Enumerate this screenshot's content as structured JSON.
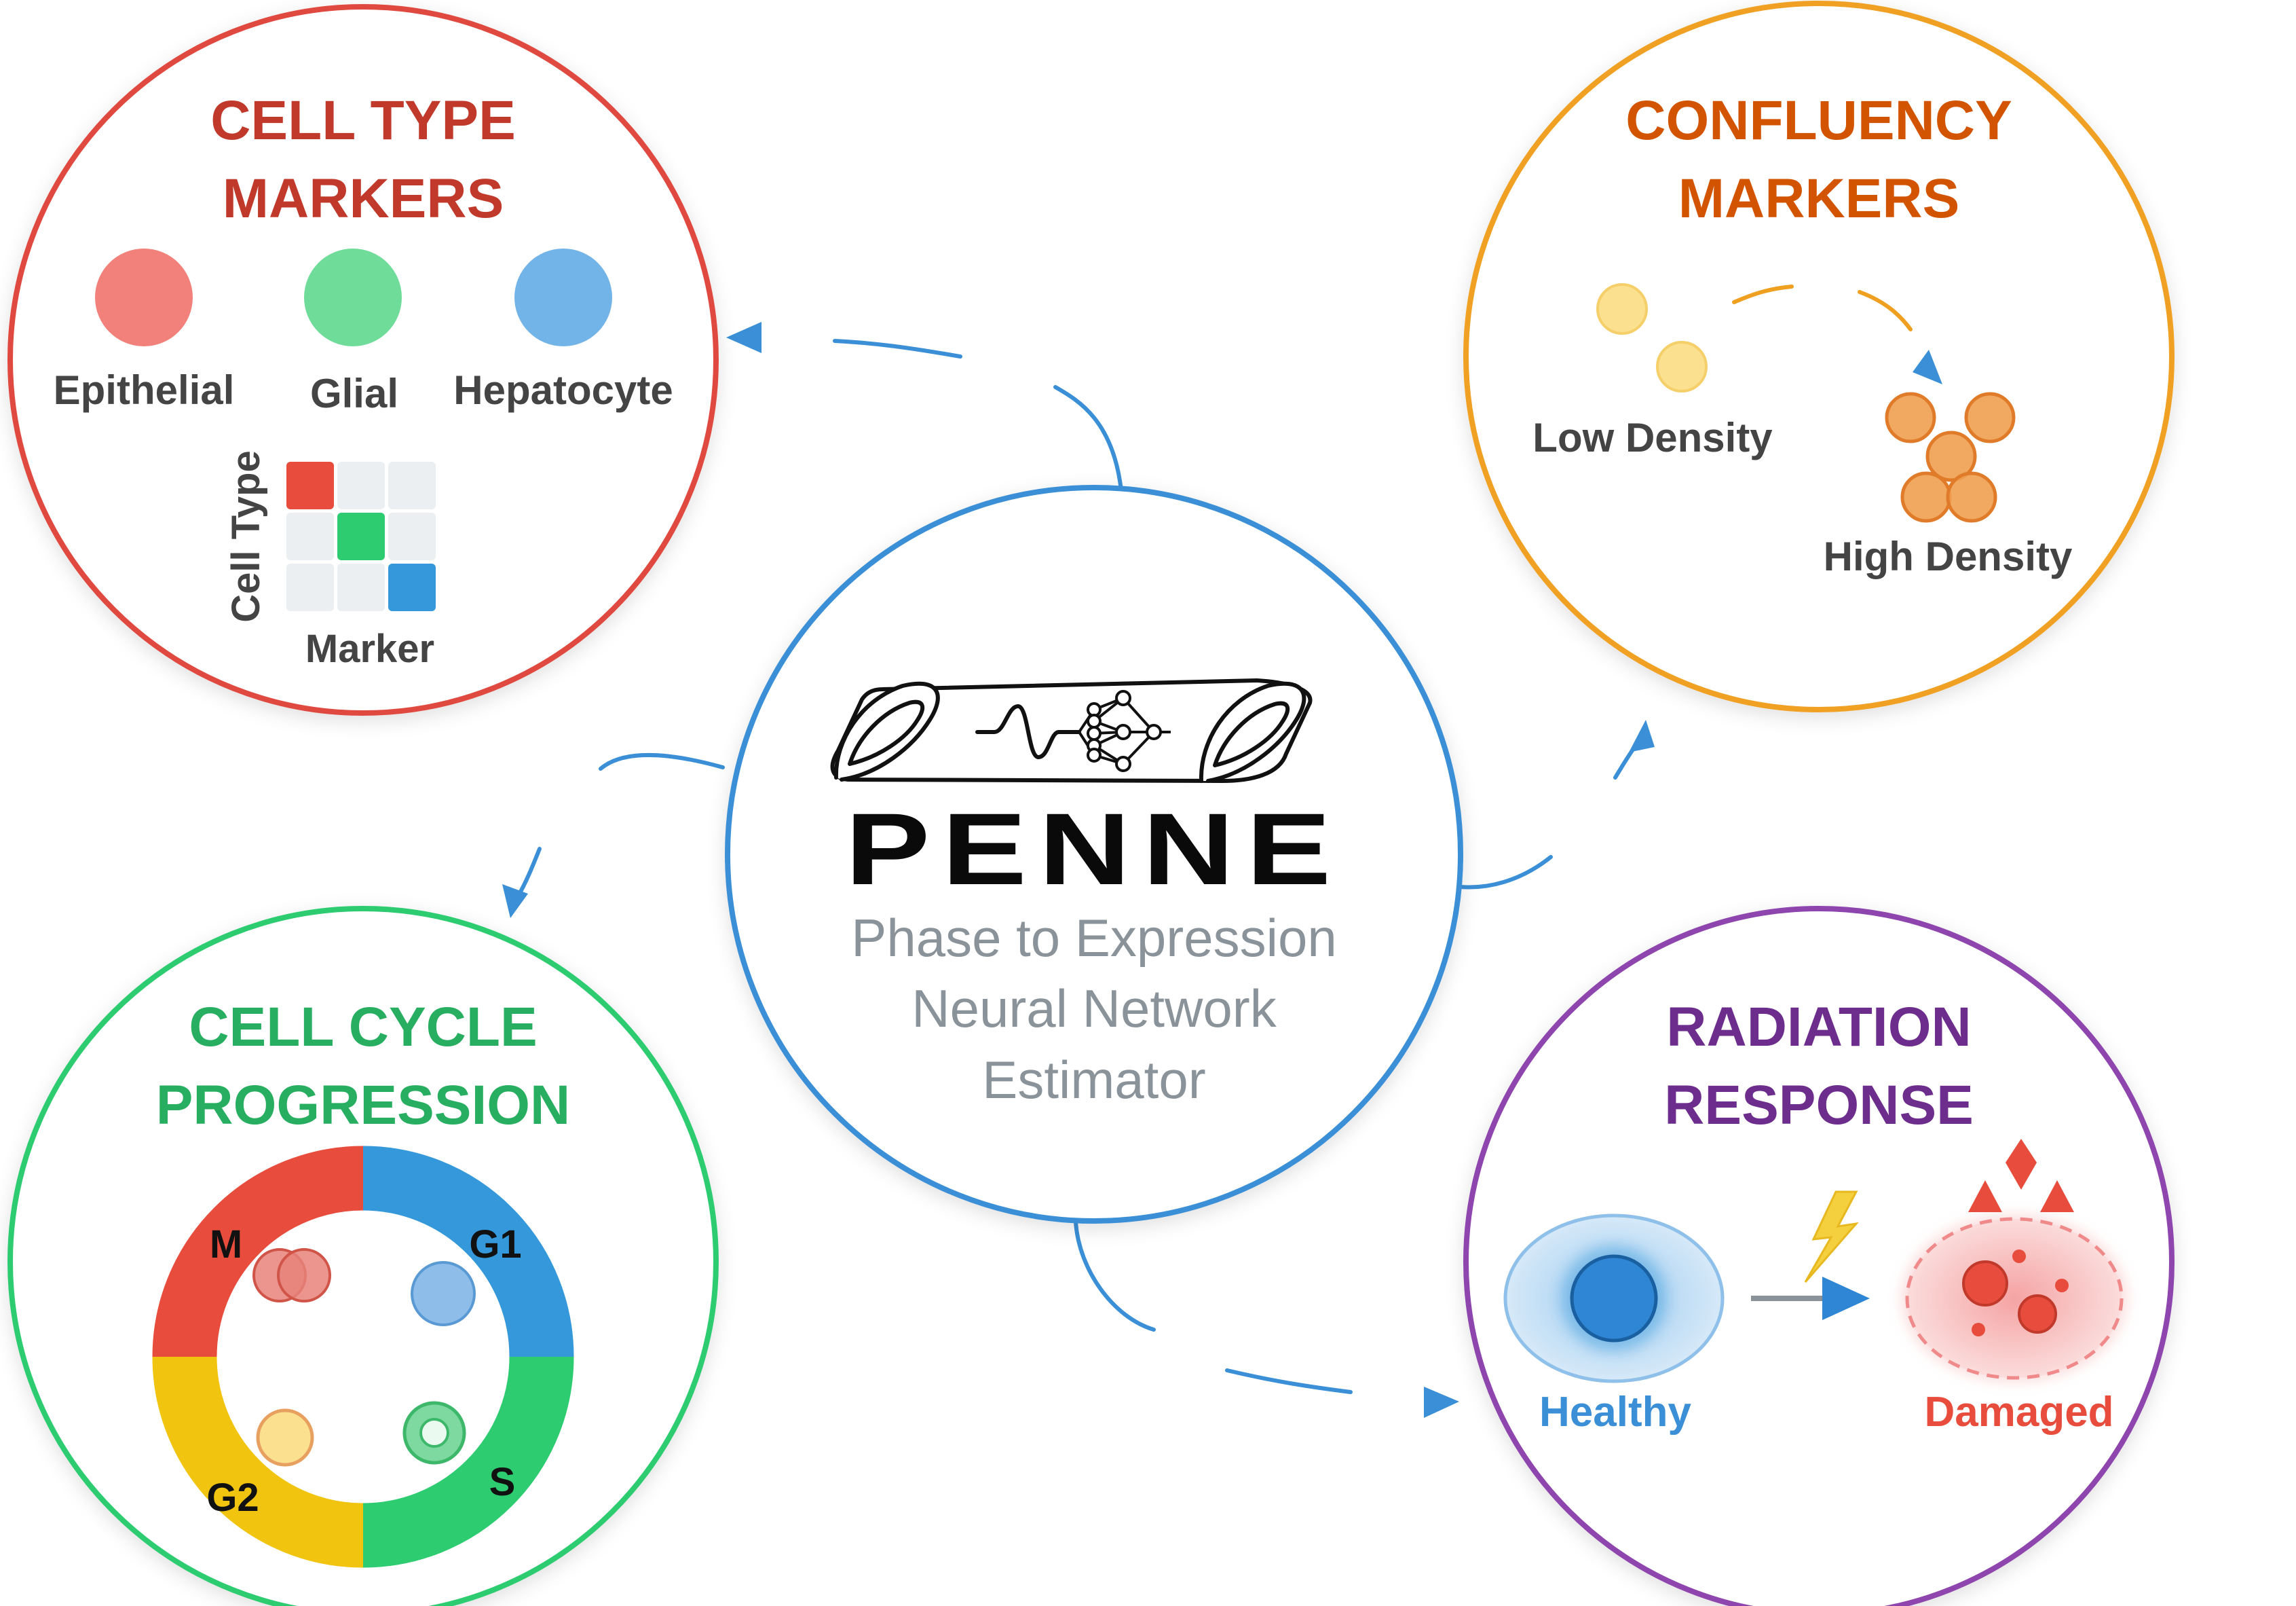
{
  "center": {
    "logo_text": "PENNE",
    "subtitle_lines": [
      "Phase to Expression",
      "Neural Network",
      "Estimator"
    ]
  },
  "cell_type": {
    "title_lines": [
      "CELL TYPE",
      "MARKERS"
    ],
    "labels": [
      "Epithelial",
      "Glial",
      "Hepatocyte"
    ],
    "matrix_y_label": "Cell Type",
    "matrix_x_label": "Marker"
  },
  "confluency": {
    "title_lines": [
      "CONFLUENCY",
      "MARKERS"
    ],
    "low_label": "Low Density",
    "high_label": "High Density"
  },
  "cell_cycle": {
    "title_lines": [
      "CELL CYCLE",
      "PROGRESSION"
    ],
    "phases": [
      "M",
      "G1",
      "S",
      "G2"
    ]
  },
  "radiation": {
    "title_lines": [
      "RADIATION",
      "RESPONSE"
    ],
    "healthy_label": "Healthy",
    "damaged_label": "Damaged"
  },
  "colors": {
    "cell_type": "#e04a3f",
    "confluency": "#f0a020",
    "cell_cycle": "#2ecc71",
    "radiation": "#8e44ad",
    "center": "#3a8fd6",
    "m_phase": "#e74c3c",
    "g1_phase": "#3498db",
    "s_phase": "#2ecc71",
    "g2_phase": "#f1c40f"
  }
}
